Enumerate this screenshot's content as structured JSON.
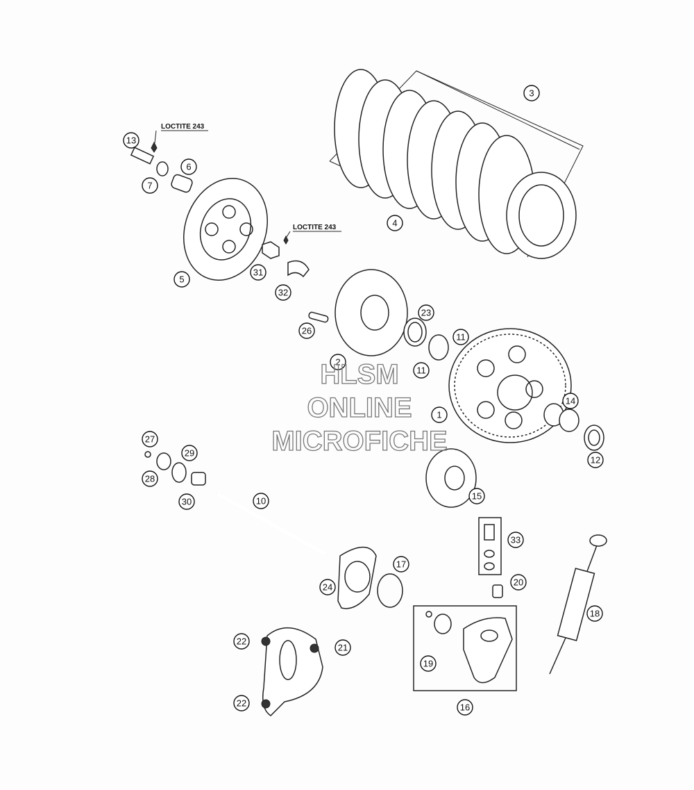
{
  "annotations": {
    "loctite_1": "LOCTITE 243",
    "loctite_2": "LOCTITE 243"
  },
  "watermark": {
    "line1": "HLSM",
    "line2": "ONLINE",
    "line3": "MICROFICHE"
  },
  "callouts": [
    "1",
    "2",
    "3",
    "4",
    "5",
    "6",
    "7",
    "10",
    "11",
    "11",
    "12",
    "13",
    "14",
    "15",
    "16",
    "17",
    "18",
    "19",
    "20",
    "21",
    "22",
    "22",
    "23",
    "24",
    "26",
    "27",
    "28",
    "29",
    "30",
    "31",
    "32",
    "33"
  ],
  "colors": {
    "line": "#222222",
    "background": "#fdfdfd",
    "watermark": "#777777"
  }
}
